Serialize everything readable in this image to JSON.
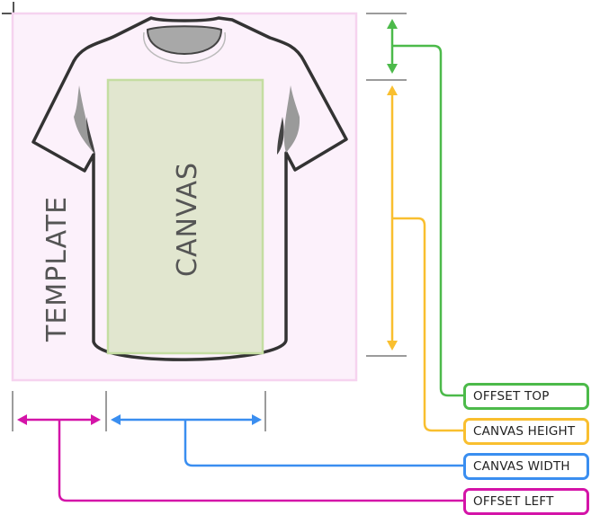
{
  "diagram": {
    "template_label": "TEMPLATE",
    "canvas_label": "CANVAS",
    "labels": {
      "offset_top": "OFFSET TOP",
      "canvas_height": "CANVAS HEIGHT",
      "canvas_width": "CANVAS WIDTH",
      "offset_left": "OFFSET LEFT"
    },
    "colors": {
      "template_fill": "#fcf1fb",
      "template_border": "#f6d3ef",
      "canvas_fill": "#e1e6cf",
      "canvas_border": "#c4dda2",
      "offset_top": "#4cba4a",
      "canvas_height": "#f9bf2f",
      "canvas_width": "#3a8ef0",
      "offset_left": "#d414a8",
      "guide": "#7a7a7a",
      "tshirt_outline": "#333333"
    }
  }
}
